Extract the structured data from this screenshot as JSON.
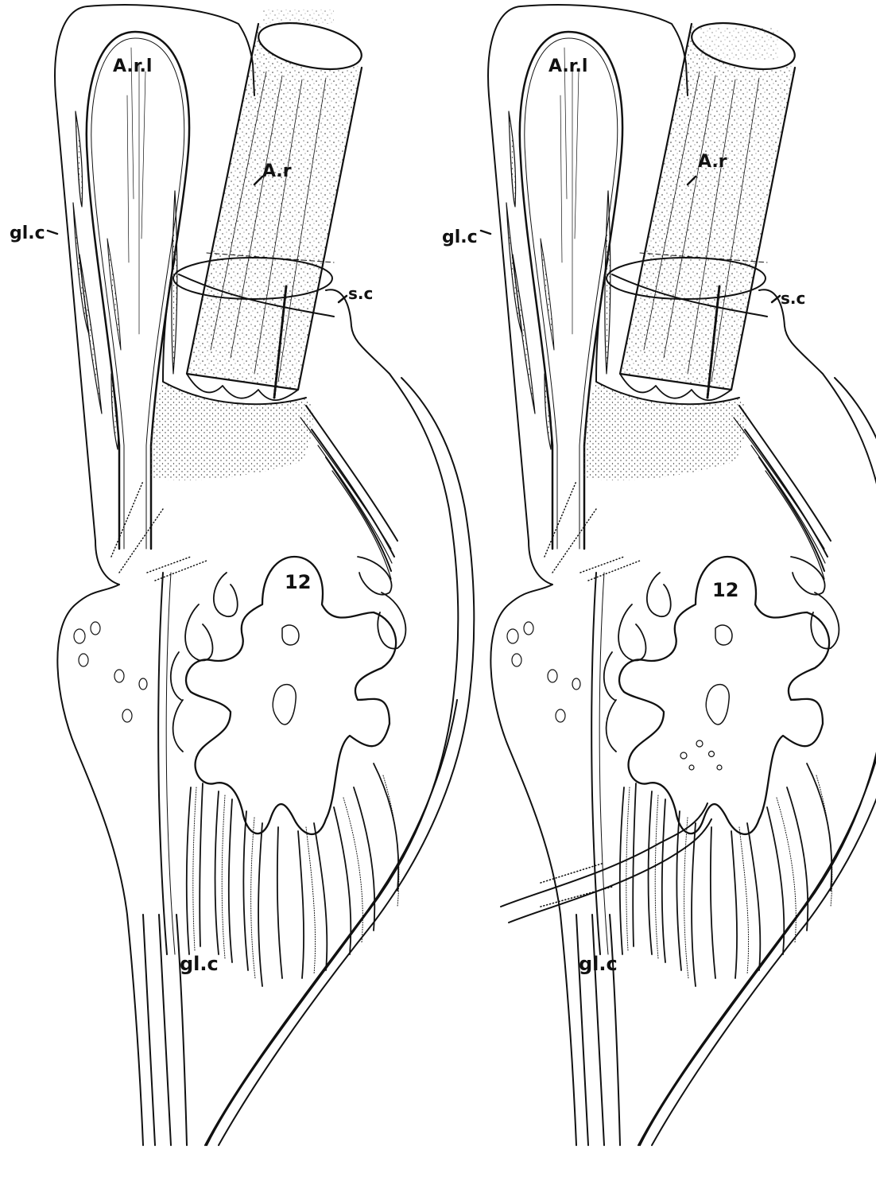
{
  "labels": {
    "left": {
      "arl": "A.r.l",
      "ar": "A.r",
      "glc_upper": "gl.c",
      "sc": "s.c",
      "num": "12",
      "glc_lower": "gl.c"
    },
    "right": {
      "arl": "A.r.l",
      "ar": "A.r",
      "glc_upper": "gl.c",
      "sc": "s.c",
      "num": "12",
      "glc_lower": "gl.c"
    }
  },
  "colors": {
    "ink": "#111111",
    "stipple": "#444444",
    "paper": "#ffffff"
  }
}
